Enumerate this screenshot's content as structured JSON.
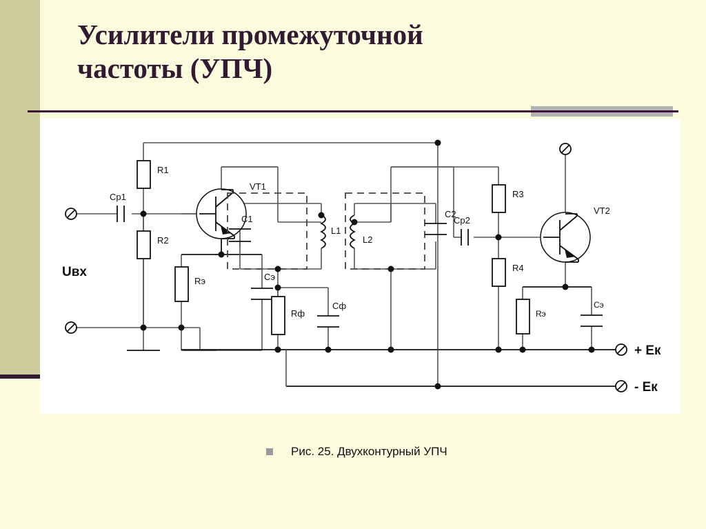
{
  "slide": {
    "title": "Усилители промежуточной частоты (УПЧ)",
    "title_color": "#331a33",
    "background_color": "#fbfbdd",
    "side_band_color": "#cdcc9c",
    "panel_color": "#ffffff"
  },
  "caption": {
    "bullet": "square-bullet",
    "bullet_color": "#999999",
    "text": "Рис. 25. Двухконтурный УПЧ"
  },
  "figure": {
    "name": "Двухконтурный УПЧ",
    "input_label": "Uвх",
    "terminals": [
      {
        "id": "in-top",
        "label": ""
      },
      {
        "id": "in-bot",
        "label": ""
      },
      {
        "id": "out-top",
        "label": ""
      },
      {
        "id": "ek-plus",
        "label": "+ Eк"
      },
      {
        "id": "ek-minus",
        "label": "- Eк"
      }
    ],
    "components": [
      {
        "ref": "Cp1",
        "type": "capacitor"
      },
      {
        "ref": "R1",
        "type": "resistor"
      },
      {
        "ref": "R2",
        "type": "resistor"
      },
      {
        "ref": "VT1",
        "type": "transistor-npn"
      },
      {
        "ref": "Rэ",
        "type": "resistor"
      },
      {
        "ref": "Сэ",
        "type": "capacitor"
      },
      {
        "ref": "C1",
        "type": "capacitor"
      },
      {
        "ref": "L1",
        "type": "inductor"
      },
      {
        "ref": "L2",
        "type": "inductor"
      },
      {
        "ref": "C2",
        "type": "capacitor"
      },
      {
        "ref": "Rф",
        "type": "resistor"
      },
      {
        "ref": "Сф",
        "type": "capacitor"
      },
      {
        "ref": "Cp2",
        "type": "capacitor"
      },
      {
        "ref": "R3",
        "type": "resistor"
      },
      {
        "ref": "R4",
        "type": "resistor"
      },
      {
        "ref": "VT2",
        "type": "transistor-npn"
      },
      {
        "ref": "Rэ2",
        "label": "Rэ",
        "type": "resistor"
      },
      {
        "ref": "Сэ2",
        "label": "Сэ",
        "type": "capacitor"
      }
    ],
    "labels": {
      "cp1": "Cp1",
      "r1": "R1",
      "r2": "R2",
      "vt1": "VT1",
      "re1": "Rэ",
      "ce1": "Сэ",
      "c1": "C1",
      "l1": "L1",
      "l2": "L2",
      "c2": "C2",
      "rf": "Rф",
      "cf": "Сф",
      "cp2": "Cp2",
      "r3": "R3",
      "r4": "R4",
      "vt2": "VT2",
      "re2": "Rэ",
      "ce2": "Сэ",
      "uin": "Uвх",
      "ek_plus": "+ Eк",
      "ek_minus": "- Eк"
    }
  }
}
